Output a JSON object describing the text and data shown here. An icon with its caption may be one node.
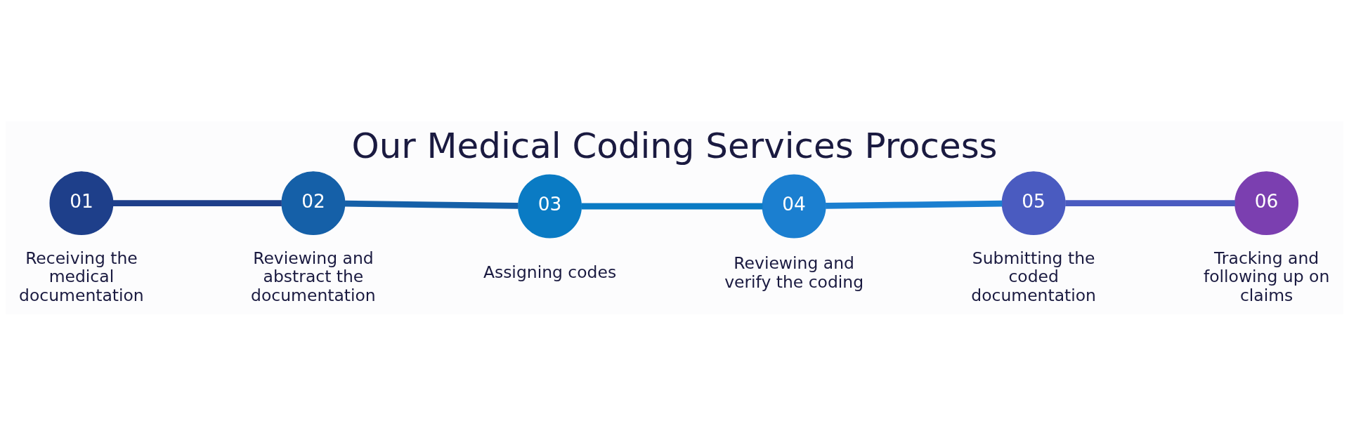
{
  "diagram": {
    "title": "Our Medical Coding Services Process",
    "nodes": [
      {
        "text": [
          "01"
        ],
        "beside": [
          "Receiving the medical documentation"
        ]
      },
      {
        "text": [
          "02"
        ],
        "beside": [
          "Reviewing and abstract the documentation"
        ]
      },
      {
        "text": [
          "03"
        ],
        "beside": [
          "Assigning codes"
        ]
      },
      {
        "text": [
          "04"
        ],
        "beside": [
          "Reviewing and verify the coding"
        ]
      },
      {
        "text": [
          "05"
        ],
        "beside": [
          "Submitting the coded documentation"
        ]
      },
      {
        "text": [
          "06"
        ],
        "beside": [
          "Tracking and following up on claims"
        ]
      }
    ],
    "edges": [
      {
        "from": 0,
        "to": 1,
        "arrow": "none"
      },
      {
        "from": 1,
        "to": 2,
        "arrow": "none"
      },
      {
        "from": 2,
        "to": 3,
        "arrow": "none"
      },
      {
        "from": 3,
        "to": 4,
        "arrow": "none"
      },
      {
        "from": 4,
        "to": 5,
        "arrow": "none"
      }
    ]
  }
}
